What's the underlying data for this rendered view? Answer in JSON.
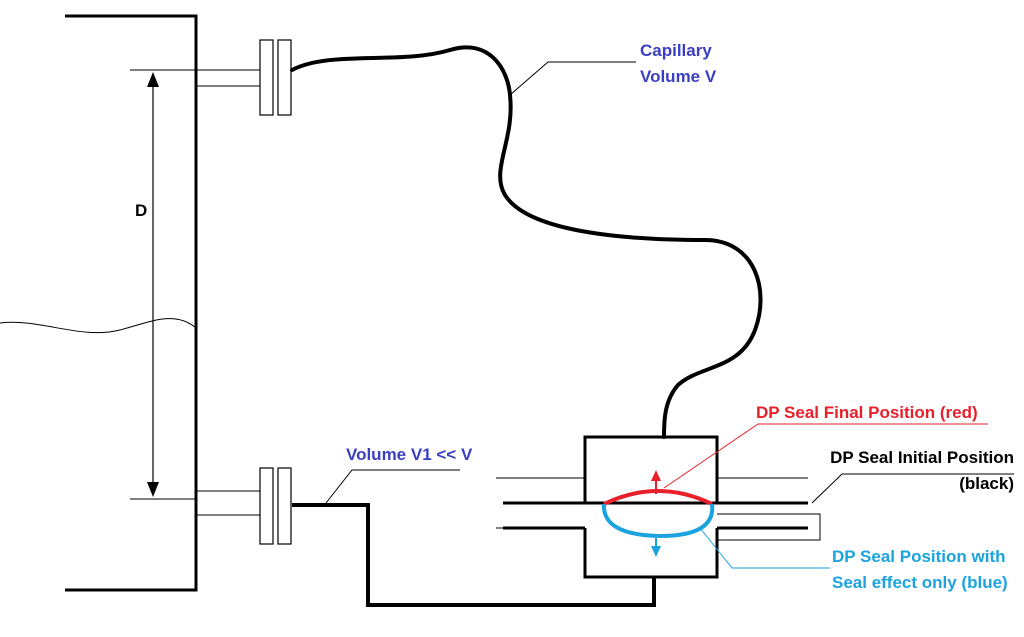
{
  "labels": {
    "dimension": "D",
    "capillary_line1": "Capillary",
    "capillary_line2": "Volume V",
    "volume_v1": "Volume V1 << V",
    "final_position": "DP Seal Final Position (red)",
    "initial_line1": "DP Seal Initial Position",
    "initial_line2": "(black)",
    "seal_effect_line1": "DP Seal Position with",
    "seal_effect_line2": "Seal effect only (blue)"
  },
  "colors": {
    "line": "#000000",
    "capillary_label": "#3a3fc4",
    "final_position": "#e8202a",
    "seal_effect": "#1ba3e0",
    "initial_position": "#000000"
  }
}
